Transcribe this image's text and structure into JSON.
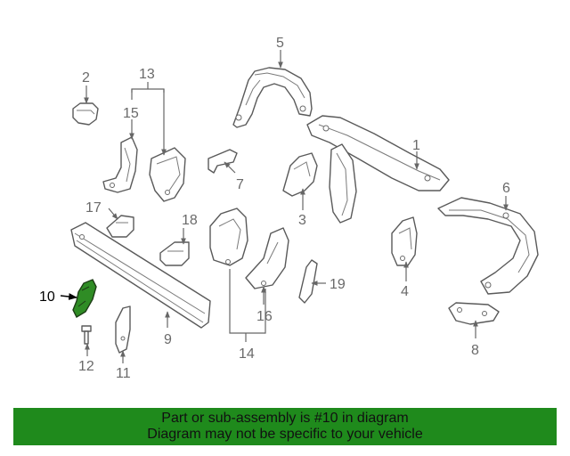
{
  "diagram": {
    "callouts": {
      "c1": "1",
      "c2": "2",
      "c3": "3",
      "c4": "4",
      "c5": "5",
      "c6": "6",
      "c7": "7",
      "c8": "8",
      "c9": "9",
      "c10": "10",
      "c11": "11",
      "c12": "12",
      "c13": "13",
      "c14": "14",
      "c15": "15",
      "c16": "16",
      "c17": "17",
      "c18": "18",
      "c19": "19"
    },
    "highlighted_part": "10",
    "highlight_color": "#2f8c25"
  },
  "footer": {
    "line1": "Part or sub-assembly is #10 in diagram",
    "line2": "Diagram may not be specific to your vehicle",
    "background": "#1f8a1c"
  }
}
